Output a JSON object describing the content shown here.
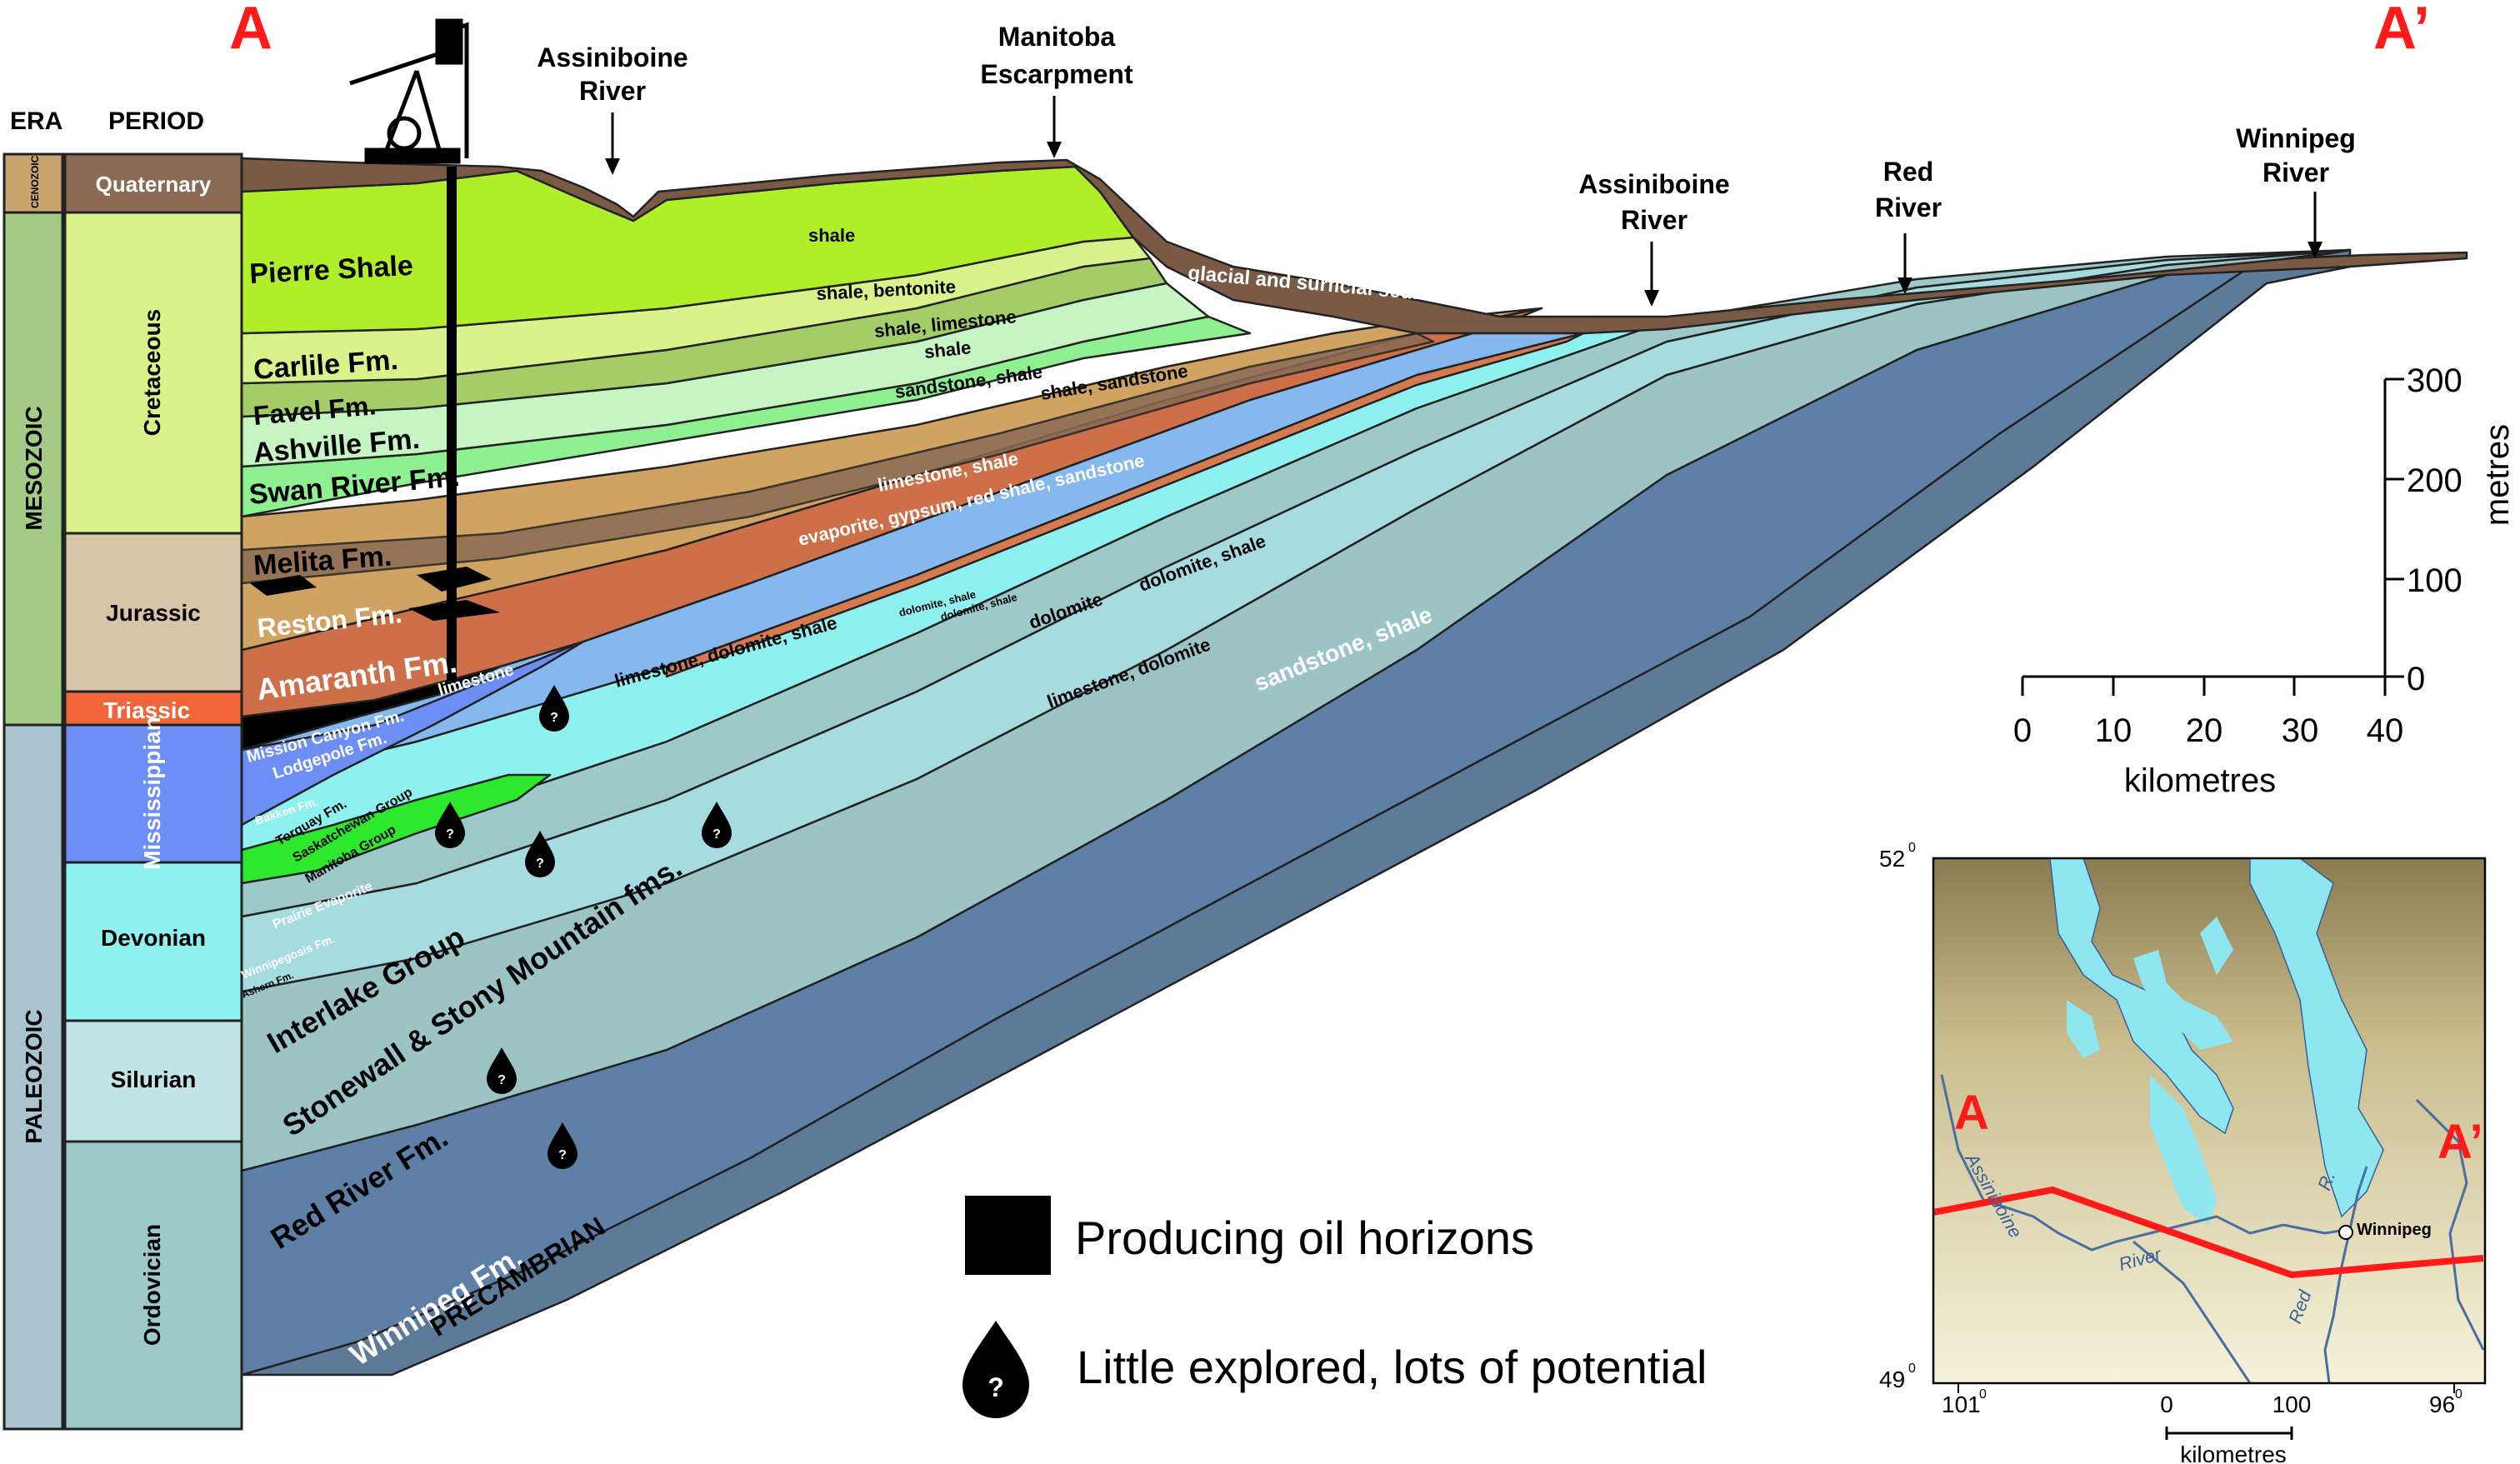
{
  "labels": {
    "section_start": "A",
    "section_end": "A’",
    "era_header": "ERA",
    "period_header": "PERIOD",
    "precambrian": "PRECAMBRIAN"
  },
  "eras": [
    {
      "id": "cenozoic",
      "name": "CENOZOIC",
      "color": "#c8a46e"
    },
    {
      "id": "mesozoic",
      "name": "MESOZOIC",
      "color": "#a4cb86"
    },
    {
      "id": "paleozoic",
      "name": "PALEOZOIC",
      "color": "#a9c3cf"
    }
  ],
  "periods": [
    {
      "name": "Quaternary",
      "color": "#8a6a55",
      "text": "white"
    },
    {
      "name": "Cretaceous",
      "color": "#d8f28c",
      "text": "black"
    },
    {
      "name": "Jurassic",
      "color": "#d8c4a8",
      "text": "black"
    },
    {
      "name": "Triassic",
      "color": "#f0653a",
      "text": "white"
    },
    {
      "name": "Mississippian",
      "color": "#6c8ef5",
      "text": "white"
    },
    {
      "name": "Devonian",
      "color": "#8ff0f0",
      "text": "black"
    },
    {
      "name": "Silurian",
      "color": "#c2e4e6",
      "text": "black"
    },
    {
      "name": "Ordovician",
      "color": "#9dc9c8",
      "text": "black"
    }
  ],
  "formations": {
    "pierre": "Pierre Shale",
    "carlile": "Carlile Fm.",
    "favel": "Favel Fm.",
    "ashville": "Ashville Fm.",
    "swan_river": "Swan River Fm.",
    "melita": "Melita Fm.",
    "reston": "Reston Fm.",
    "amaranth": "Amaranth Fm.",
    "mission_canyon": "Mission Canyon Fm.",
    "lodgepole": "Lodgepole Fm.",
    "bakken": "Bakken Fm.",
    "torquay": "Torquay Fm.",
    "saskatchewan_group": "Saskatchewan Group",
    "manitoba_group": "Manitoba Group",
    "prairie_evaporite": "Prairie Evaporite",
    "winnipegosis": "Winnipegosis Fm.",
    "ashern": "Ashern Fm.",
    "interlake": "Interlake Group",
    "stonewall": "Stonewall & Stony Mountain fms.",
    "red_river": "Red River Fm.",
    "winnipeg_fm": "Winnipeg Fm."
  },
  "lithology": {
    "shale": "shale",
    "shale_bentonite": "shale, bentonite",
    "shale_limestone": "shale, limestone",
    "shale2": "shale",
    "sandstone_shale": "sandstone, shale",
    "shale_sandstone": "shale, sandstone",
    "glacial": "glacial and surficial sediment",
    "limestone_shale": "limestone, shale",
    "evaporite": "evaporite, gypsum, red shale, sandstone",
    "limestone": "limestone",
    "limestone_dolomite_shale": "limestone, dolomite, shale",
    "dolomite_shale_small": "dolomite, shale",
    "dolomite_shale_red": "dolomite, shale",
    "dolomite": "dolomite",
    "dolomite_shale": "dolomite, shale",
    "limestone_dolomite": "limestone, dolomite",
    "sandstone_shale_base": "sandstone, shale"
  },
  "landmarks": {
    "assiniboine1_l1": "Assiniboine",
    "assiniboine1_l2": "River",
    "manitoba_l1": "Manitoba",
    "manitoba_l2": "Escarpment",
    "assiniboine2_l1": "Assiniboine",
    "assiniboine2_l2": "River",
    "red_l1": "Red",
    "red_l2": "River",
    "winnipeg_l1": "Winnipeg",
    "winnipeg_l2": "River"
  },
  "vertical_scale": {
    "unit": "metres",
    "ticks": [
      "300",
      "200",
      "100",
      "0"
    ]
  },
  "horizontal_scale": {
    "unit": "kilometres",
    "ticks": [
      "0",
      "10",
      "20",
      "30",
      "40"
    ]
  },
  "legend": {
    "oil": "Producing oil horizons",
    "potential": "Little explored, lots of potential",
    "drop_symbol": "?"
  },
  "inset_map": {
    "lat_top": "52",
    "lat_bottom": "49",
    "lon_left": "101",
    "lon_right": "96",
    "degree": "0",
    "scale_0": "0",
    "scale_100": "100",
    "scale_unit": "kilometres",
    "label_a": "A",
    "label_a_prime": "A’",
    "city": "Winnipeg",
    "river_assiniboine": "Assiniboine",
    "river_word": "River",
    "river_red": "Red",
    "river_r": "R.",
    "colors": {
      "water": "#8ee6f0",
      "land": "#d8cd98",
      "section": "#ff1a1a",
      "river": "#4a6ea0"
    }
  }
}
